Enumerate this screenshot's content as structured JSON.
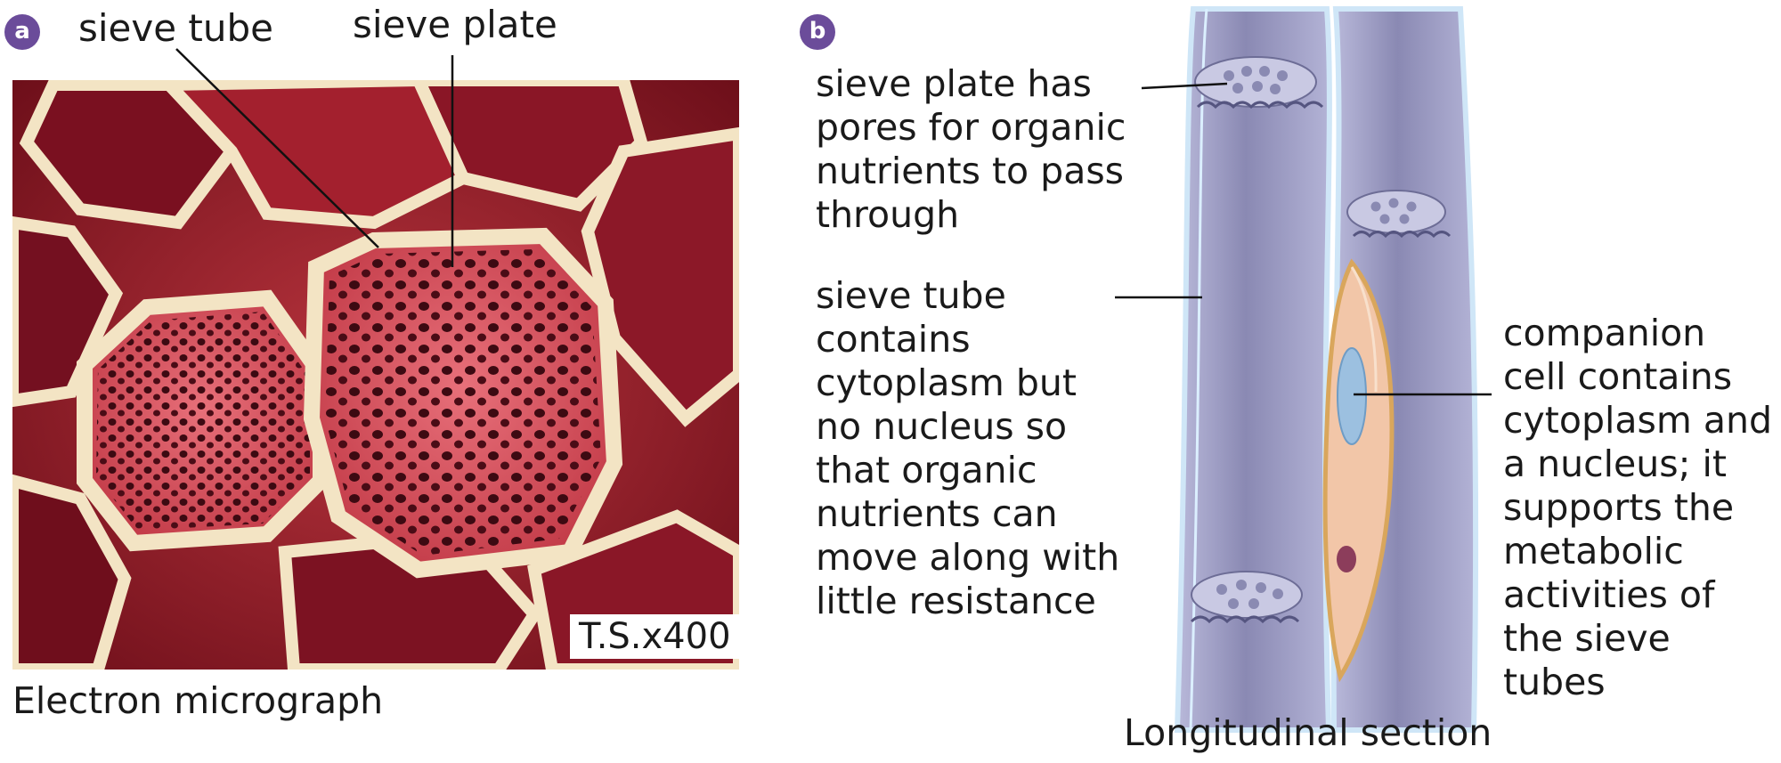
{
  "panel_a": {
    "badge": "a",
    "label_sieve_tube": "sieve tube",
    "label_sieve_plate": "sieve plate",
    "magnification": "T.S.x400",
    "caption": "Electron micrograph"
  },
  "panel_b": {
    "badge": "b",
    "sieve_plate_text": [
      "sieve plate has",
      "pores for organic",
      "nutrients to pass",
      "through"
    ],
    "sieve_tube_text": [
      "sieve tube",
      "contains",
      "cytoplasm but",
      "no nucleus so",
      "that organic",
      "nutrients can",
      "move along with",
      "little resistance"
    ],
    "companion_cell_text": [
      "companion",
      "cell contains",
      "cytoplasm and",
      "a nucleus; it",
      "supports the",
      "metabolic",
      "activities of",
      "the sieve",
      "tubes"
    ],
    "caption": "Longitudinal section"
  },
  "colors": {
    "badge": "#6b4c9a",
    "micrograph_bg": "#9a1f2a",
    "cell_wall": "#f3e4c4",
    "plate": "#d9535e",
    "tube": "#8f8fb8",
    "companion": "#f2c6a8",
    "nucleus": "#8c3d5b",
    "vacuole": "#9cc0e0"
  }
}
